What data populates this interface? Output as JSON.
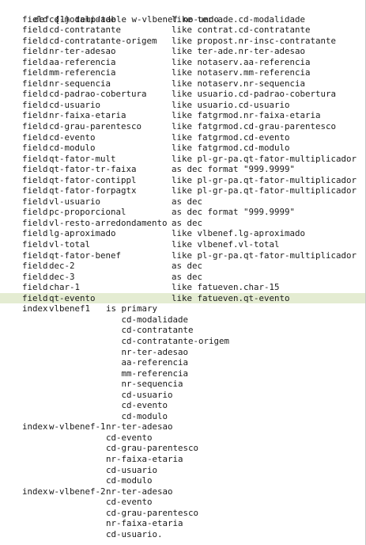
{
  "header_line": "def {1} temp-table w-vlbenef no-undo",
  "fields": [
    {
      "kw": "field",
      "name": "cd-modalidade",
      "def": "like ter-ade.cd-modalidade"
    },
    {
      "kw": "field",
      "name": "cd-contratante",
      "def": "like contrat.cd-contratante"
    },
    {
      "kw": "field",
      "name": "cd-contratante-origem",
      "def": "like propost.nr-insc-contratante"
    },
    {
      "kw": "field",
      "name": "nr-ter-adesao",
      "def": "like ter-ade.nr-ter-adesao"
    },
    {
      "kw": "field",
      "name": "aa-referencia",
      "def": "like notaserv.aa-referencia"
    },
    {
      "kw": "field",
      "name": "mm-referencia",
      "def": "like notaserv.mm-referencia"
    },
    {
      "kw": "field",
      "name": "nr-sequencia",
      "def": "like notaserv.nr-sequencia"
    },
    {
      "kw": "field",
      "name": "cd-padrao-cobertura",
      "def": "like usuario.cd-padrao-cobertura"
    },
    {
      "kw": "field",
      "name": "cd-usuario",
      "def": "like usuario.cd-usuario"
    },
    {
      "kw": "field",
      "name": "nr-faixa-etaria",
      "def": "like fatgrmod.nr-faixa-etaria"
    },
    {
      "kw": "field",
      "name": "cd-grau-parentesco",
      "def": "like fatgrmod.cd-grau-parentesco"
    },
    {
      "kw": "field",
      "name": "cd-evento",
      "def": "like fatgrmod.cd-evento"
    },
    {
      "kw": "field",
      "name": "cd-modulo",
      "def": "like fatgrmod.cd-modulo"
    },
    {
      "kw": "field",
      "name": "qt-fator-mult",
      "def": "like pl-gr-pa.qt-fator-multiplicador"
    },
    {
      "kw": "field",
      "name": "qt-fator-tr-faixa",
      "def": "as dec format \"999.9999\""
    },
    {
      "kw": "field",
      "name": "qt-fator-contippl",
      "def": "like pl-gr-pa.qt-fator-multiplicador"
    },
    {
      "kw": "field",
      "name": "qt-fator-forpagtx",
      "def": "like pl-gr-pa.qt-fator-multiplicador"
    },
    {
      "kw": "field",
      "name": "vl-usuario",
      "def": "as dec"
    },
    {
      "kw": "field",
      "name": "pc-proporcional",
      "def": "as dec format \"999.9999\""
    },
    {
      "kw": "field",
      "name": "vl-resto-arredondamento",
      "def": "as dec"
    },
    {
      "kw": "field",
      "name": "lg-aproximado",
      "def": "like vlbenef.lg-aproximado"
    },
    {
      "kw": "field",
      "name": "vl-total",
      "def": "like vlbenef.vl-total"
    },
    {
      "kw": "field",
      "name": "qt-fator-benef",
      "def": "like pl-gr-pa.qt-fator-multiplicador"
    },
    {
      "kw": "field",
      "name": "dec-2",
      "def": "as dec"
    },
    {
      "kw": "field",
      "name": "dec-3",
      "def": "as dec"
    },
    {
      "kw": "field",
      "name": "char-1",
      "def": "like fatueven.char-15"
    },
    {
      "kw": "field",
      "name": "qt-evento",
      "def": "like fatueven.qt-evento",
      "highlighted": true
    }
  ],
  "indexes": [
    {
      "kw": "index",
      "name": "vlbenef1",
      "components": [
        "is primary",
        "   cd-modalidade",
        "   cd-contratante",
        "   cd-contratante-origem",
        "   nr-ter-adesao",
        "   aa-referencia",
        "   mm-referencia",
        "   nr-sequencia",
        "   cd-usuario",
        "   cd-evento",
        "   cd-modulo"
      ]
    },
    {
      "kw": "index",
      "name": "w-vlbenef-1",
      "components": [
        "nr-ter-adesao",
        "cd-evento",
        "cd-grau-parentesco",
        "nr-faixa-etaria",
        "cd-usuario",
        "cd-modulo"
      ]
    },
    {
      "kw": "index",
      "name": "w-vlbenef-2",
      "components": [
        "nr-ter-adesao",
        "cd-evento",
        "cd-grau-parentesco",
        "nr-faixa-etaria",
        "cd-usuario."
      ]
    }
  ]
}
